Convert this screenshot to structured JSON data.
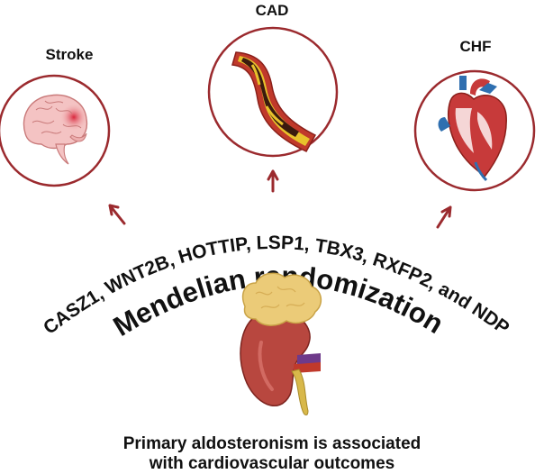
{
  "outcomes": {
    "stroke": "Stroke",
    "cad": "CAD",
    "chf": "CHF"
  },
  "genes_text": "CASZ1, WNT2B, HOTTIP, LSP1, TBX3, RXFP2, and NDP",
  "method_text": "Mendelian randomization",
  "caption": {
    "line1": "Primary aldosteronism is associated",
    "line2": "with cardiovascular outcomes"
  },
  "icons": [
    "brain-icon",
    "artery-plaque-icon",
    "heart-icon",
    "adrenal-kidney-icon"
  ],
  "colors": {
    "circle": "#9b2a2e",
    "arrow": "#9b2a2e",
    "text": "#111111",
    "artery_wall": "#c0392b",
    "plaque": "#e8c22b",
    "kidney": "#b8473f",
    "adrenal": "#e8c86a",
    "brain": "#f2b8b8",
    "heart": "#c73a3a",
    "vein_blue": "#2f6fb0"
  }
}
